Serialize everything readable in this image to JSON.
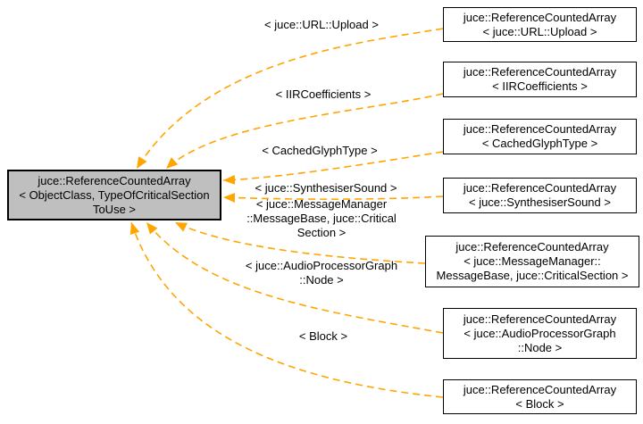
{
  "diagram": {
    "kind": "template-instantiation-graph",
    "colors": {
      "edge": "#ffa500",
      "node_border": "#000000",
      "main_node_fill": "#bfbfbf",
      "instance_node_fill": "#ffffff",
      "background": "#ffffff",
      "text": "#000000"
    },
    "main_node": {
      "label": "juce::ReferenceCountedArray\n< ObjectClass, TypeOfCriticalSection\nToUse >"
    },
    "instances": [
      {
        "label": "juce::ReferenceCountedArray\n< juce::URL::Upload >",
        "edge_label": "< juce::URL::Upload >"
      },
      {
        "label": "juce::ReferenceCountedArray\n< IIRCoefficients >",
        "edge_label": "< IIRCoefficients >"
      },
      {
        "label": "juce::ReferenceCountedArray\n< CachedGlyphType >",
        "edge_label": "< CachedGlyphType >"
      },
      {
        "label": "juce::ReferenceCountedArray\n< juce::SynthesiserSound >",
        "edge_label": "< juce::SynthesiserSound >"
      },
      {
        "label": "juce::ReferenceCountedArray\n< juce::MessageManager::\nMessageBase, juce::CriticalSection >",
        "edge_label": "< juce::MessageManager\n::MessageBase, juce::Critical\nSection >"
      },
      {
        "label": "juce::ReferenceCountedArray\n< juce::AudioProcessorGraph\n::Node >",
        "edge_label": "< juce::AudioProcessorGraph\n::Node >"
      },
      {
        "label": "juce::ReferenceCountedArray\n< Block >",
        "edge_label": "< Block >"
      }
    ]
  }
}
